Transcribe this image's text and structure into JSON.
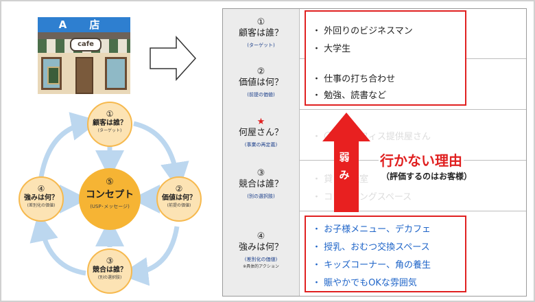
{
  "shop": {
    "sign": "A 店",
    "board": "cafe"
  },
  "cycle": {
    "center": {
      "num": "⑤",
      "title": "コンセプト",
      "sub": "(USP･メッセージ)"
    },
    "top": {
      "num": "①",
      "title": "顧客は誰？",
      "sub": "(ターゲット)"
    },
    "right": {
      "num": "②",
      "title": "価値は何？",
      "sub": "(前提の価値)"
    },
    "bottom": {
      "num": "③",
      "title": "競合は誰？",
      "sub": "(別の選択肢)"
    },
    "left": {
      "num": "④",
      "title": "強みは何？",
      "sub": "(差別化の価値)"
    }
  },
  "table": {
    "rows": [
      {
        "num": "①",
        "title": "顧客は誰？",
        "sub": "(ターゲット)"
      },
      {
        "num": "②",
        "title": "価値は何？",
        "sub": "(前提の価値)"
      },
      {
        "num": "★",
        "title": "何屋さん？",
        "sub": "(事業の再定義)"
      },
      {
        "num": "③",
        "title": "競合は誰？",
        "sub": "(別の選択肢)"
      },
      {
        "num": "④",
        "title": "強みは何？",
        "sub": "(差別化の価値)",
        "note": "※具体的アクション"
      }
    ],
    "customers": [
      "・ 外回りのビジネスマン",
      "・ 大学生"
    ],
    "values": [
      "・ 仕事の打ち合わせ",
      "・ 勉強、読書など"
    ],
    "business_faded": "・ 〇〇〇オフィス提供屋さん",
    "competitors_faded": [
      "・ 貸し会議室",
      "・ コワーキングスペース"
    ],
    "strengths": [
      "・ お子様メニュー、デカフェ",
      "・ 授乳、おむつ交換スペース",
      "・ キッズコーナー、角の養生",
      "・ 賑やかでもOKな雰囲気"
    ]
  },
  "callout": {
    "weak": "弱み",
    "reason": "行かない理由",
    "reason_sub": "（評価するのはお客様）"
  },
  "colors": {
    "accent_red": "#e02020",
    "orange": "#f6b434",
    "light_orange": "#fce3b4",
    "blue_text": "#1e64c8",
    "cycle_arrow": "#bcd7ef"
  }
}
